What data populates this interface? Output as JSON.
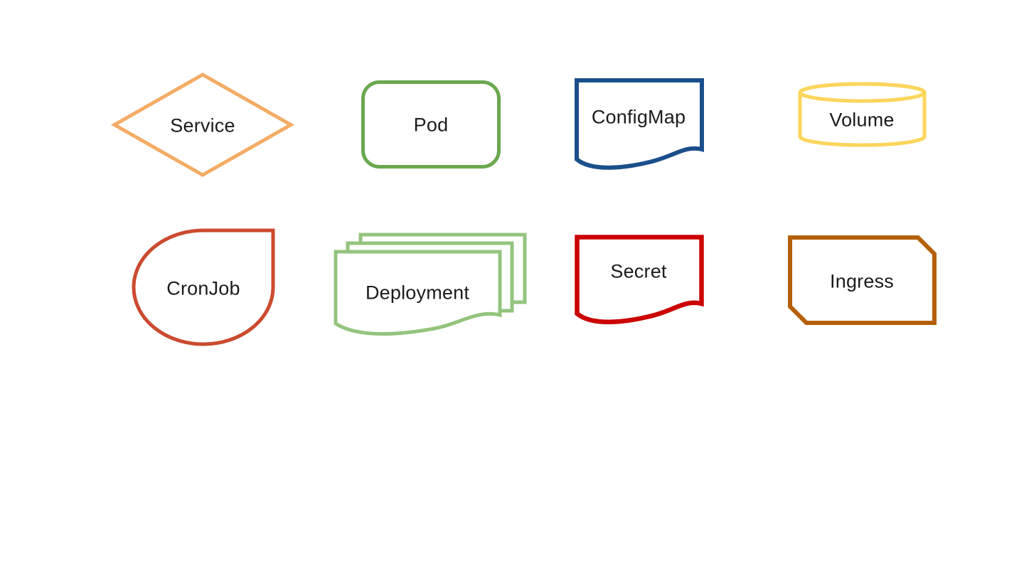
{
  "diagram": {
    "background_color": "#ffffff",
    "text_color": "#1b1b1b"
  },
  "nodes": [
    {
      "id": "service",
      "label": "Service",
      "shape": "diamond",
      "color": "#F3AC64"
    },
    {
      "id": "pod",
      "label": "Pod",
      "shape": "rounded-rectangle",
      "color": "#6AA84F"
    },
    {
      "id": "configmap",
      "label": "ConfigMap",
      "shape": "document",
      "color": "#1B4F8C"
    },
    {
      "id": "volume",
      "label": "Volume",
      "shape": "cylinder",
      "color": "#FBD55C"
    },
    {
      "id": "cronjob",
      "label": "CronJob",
      "shape": "teardrop",
      "color": "#CB4A2F"
    },
    {
      "id": "deployment",
      "label": "Deployment",
      "shape": "multi-document",
      "color": "#93C47D"
    },
    {
      "id": "secret",
      "label": "Secret",
      "shape": "document",
      "color": "#CC0000"
    },
    {
      "id": "ingress",
      "label": "Ingress",
      "shape": "cut-corner-rectangle",
      "color": "#B45F06"
    }
  ]
}
